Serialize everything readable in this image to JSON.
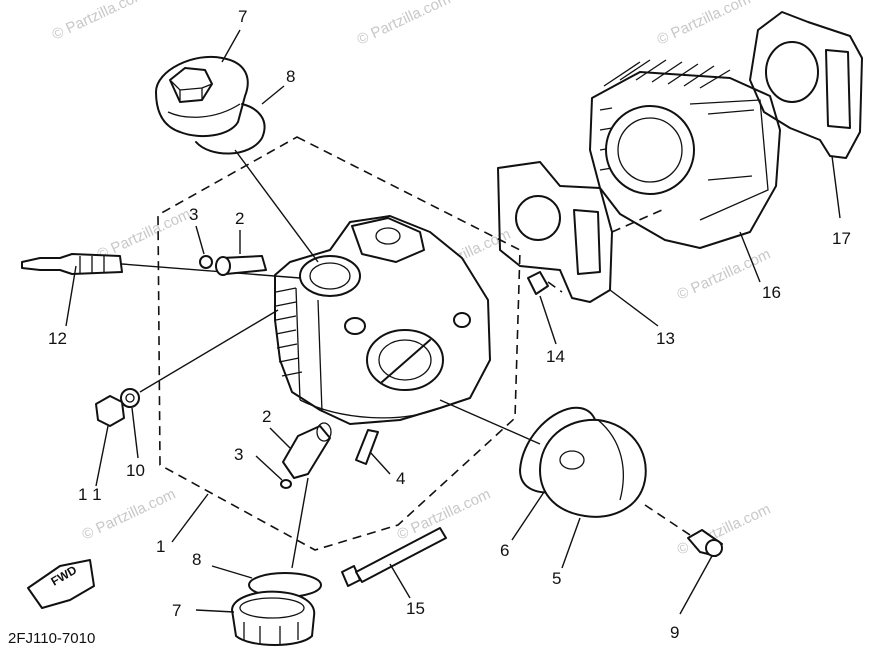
{
  "watermark_text": "© Partzilla.com",
  "diagram_code": "2FJ110-7010",
  "fwd_label": "FWD",
  "callouts": [
    {
      "id": "c7a",
      "text": "7"
    },
    {
      "id": "c8a",
      "text": "8"
    },
    {
      "id": "c3a",
      "text": "3"
    },
    {
      "id": "c2a",
      "text": "2"
    },
    {
      "id": "c12",
      "text": "12"
    },
    {
      "id": "c10",
      "text": "10"
    },
    {
      "id": "c11",
      "text": "1 1"
    },
    {
      "id": "c2b",
      "text": "2"
    },
    {
      "id": "c3b",
      "text": "3"
    },
    {
      "id": "c4",
      "text": "4"
    },
    {
      "id": "c1",
      "text": "1"
    },
    {
      "id": "c8b",
      "text": "8"
    },
    {
      "id": "c7b",
      "text": "7"
    },
    {
      "id": "c15",
      "text": "15"
    },
    {
      "id": "c6",
      "text": "6"
    },
    {
      "id": "c5",
      "text": "5"
    },
    {
      "id": "c9",
      "text": "9"
    },
    {
      "id": "c14",
      "text": "14"
    },
    {
      "id": "c13",
      "text": "13"
    },
    {
      "id": "c16",
      "text": "16"
    },
    {
      "id": "c17",
      "text": "17"
    }
  ]
}
